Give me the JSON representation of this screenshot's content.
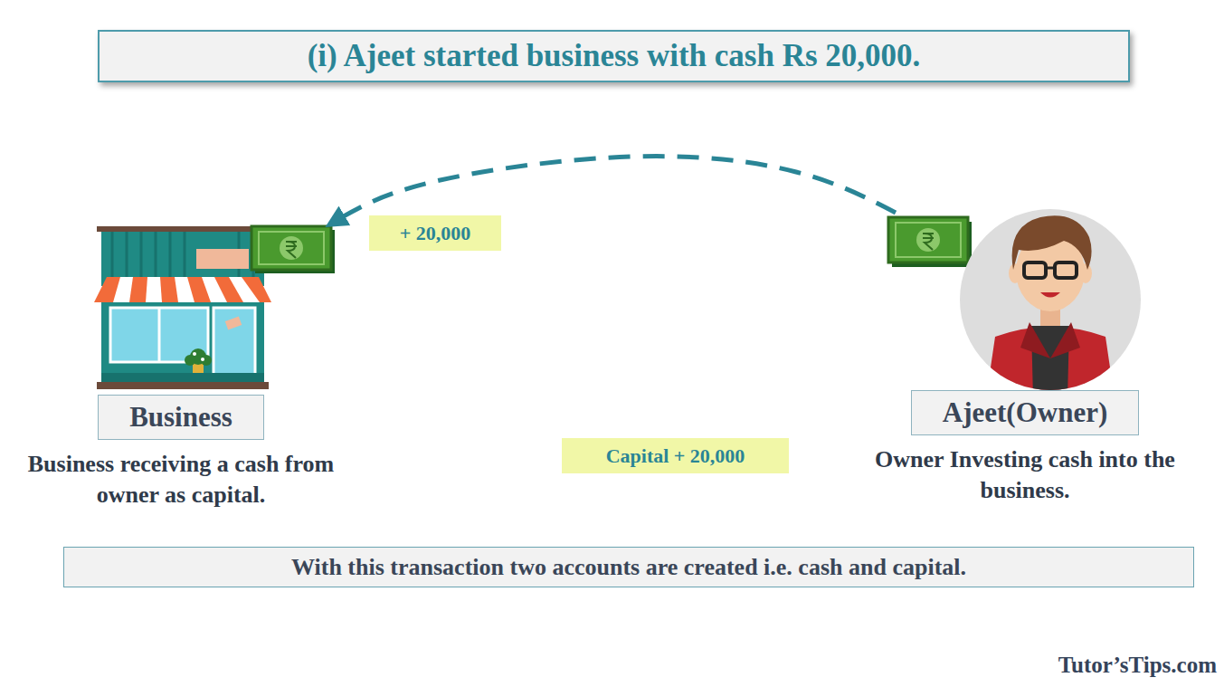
{
  "diagram": {
    "title": "(i) Ajeet started business with cash Rs 20,000.",
    "nodes": [
      {
        "text": [
          "+ 20,000"
        ]
      },
      {
        "text": [
          "Business",
          "Business receiving a cash from owner as capital."
        ]
      },
      {
        "text": [
          "Ajeet(Owner)",
          "Owner Investing cash into the business."
        ]
      },
      {
        "text": [
          "Capital  + 20,000"
        ]
      },
      {
        "text": [
          "With this transaction two accounts are created i.e. cash and capital."
        ]
      }
    ],
    "edges": [
      {
        "from": 2,
        "to": 1,
        "arrow": "to"
      }
    ],
    "labels": [
      "Tutor’sTips.com"
    ]
  }
}
